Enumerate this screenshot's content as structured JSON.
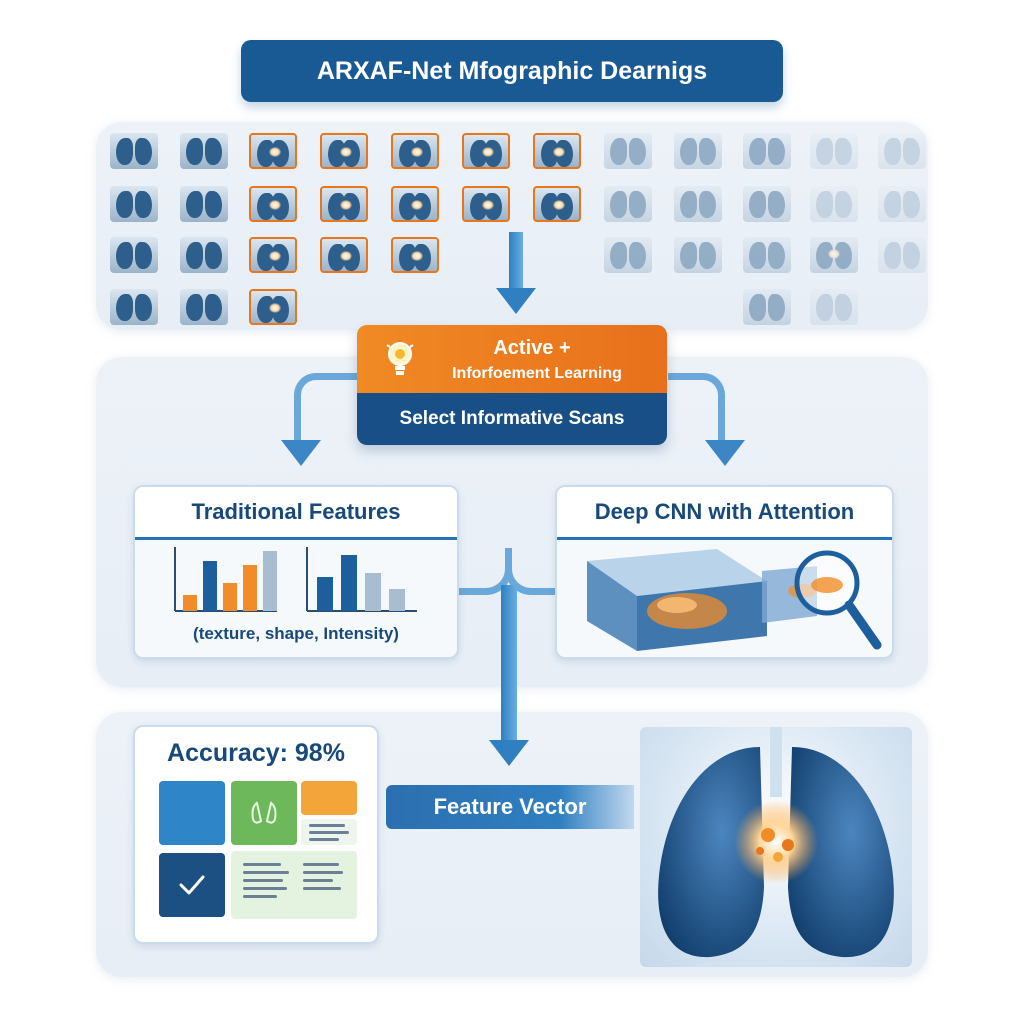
{
  "title": "ARXAF-Net Mfographic Dearnigs",
  "active_learning": {
    "line1": "Active +",
    "line2": "Inforfoement Learning",
    "action": "Select Informative Scans"
  },
  "traditional_features": {
    "title": "Traditional Features",
    "caption": "(texture, shape, Intensity)"
  },
  "deep_cnn": {
    "title": "Deep CNN with Attention"
  },
  "accuracy": {
    "label": "Accuracy: 98%"
  },
  "feature_vector": {
    "label": "Feature Vector"
  },
  "colors": {
    "primary_blue": "#1a5a94",
    "accent_orange": "#e8761d",
    "panel_bg": "#edf2f8"
  }
}
